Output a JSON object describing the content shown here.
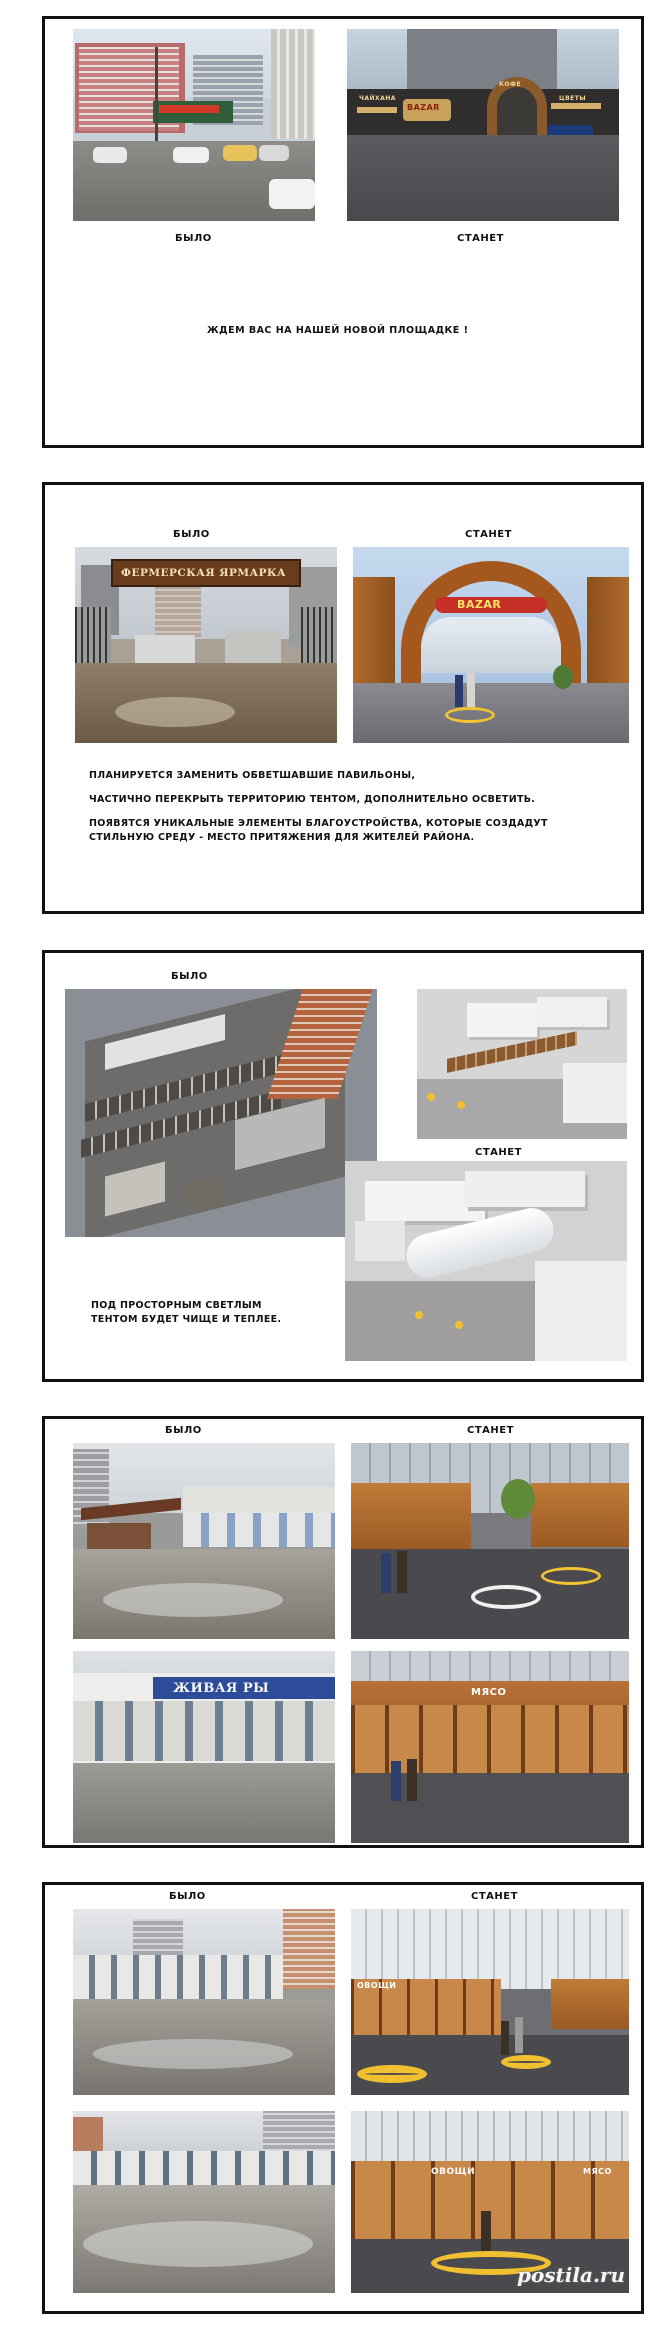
{
  "panels": [
    {
      "before_label": "БЫЛО",
      "after_label": "СТАНЕТ",
      "message": "ЖДЕМ ВАС НА НАШЕЙ  НОВОЙ ПЛОЩАДКЕ !"
    },
    {
      "before_label": "БЫЛО",
      "after_label": "СТАНЕТ",
      "sign_text": "ФЕРМЕРСКАЯ ЯРМАРКА",
      "bazar_text": "BAZAR",
      "lines": [
        "ПЛАНИРУЕТСЯ  ЗАМЕНИТЬ ОБВЕТШАВШИЕ ПАВИЛЬОНЫ,",
        "ЧАСТИЧНО ПЕРЕКРЫТЬ ТЕРРИТОРИЮ ТЕНТОМ, ДОПОЛНИТЕЛЬНО  ОСВЕТИТЬ.",
        "ПОЯВЯТСЯ УНИКАЛЬНЫЕ ЭЛЕМЕНТЫ  БЛАГОУСТРОЙСТВА, КОТОРЫЕ СОЗДАДУТ",
        "СТИЛЬНУЮ СРЕДУ   -   МЕСТО ПРИТЯЖЕНИЯ ДЛЯ ЖИТЕЛЕЙ РАЙОНА."
      ]
    },
    {
      "before_label": "БЫЛО",
      "after_label": "СТАНЕТ",
      "lines": [
        "ПОД ПРОСТОРНЫМ СВЕТЛЫМ",
        "ТЕНТОМ БУДЕТ ЧИЩЕ И ТЕПЛЕЕ."
      ]
    },
    {
      "before_label": "БЫЛО",
      "after_label": "СТАНЕТ",
      "sign_text": "ЖИВАЯ РЫ",
      "meat_text": "МЯСО"
    },
    {
      "before_label": "БЫЛО",
      "after_label": "СТАНЕТ",
      "veg_text": "ОВОЩИ",
      "meat_text": "МЯСО"
    }
  ],
  "shop_signs": [
    "ЧАЙХАНА",
    "ЦВЕТЫ",
    "КОФЕ"
  ],
  "watermark": "postila.ru"
}
